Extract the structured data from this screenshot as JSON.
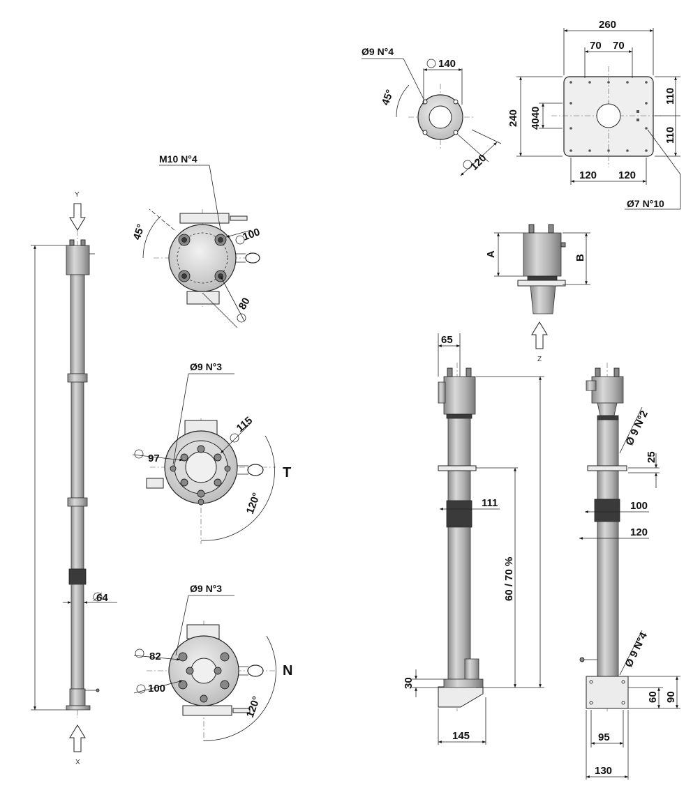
{
  "labels": {
    "m10": "M10 N°4",
    "o9n4_top": "Ø9 N°4",
    "o9n3_t": "Ø9 N°3",
    "o9n3_n": "Ø9 N°3",
    "o7n10": "Ø7 N°10",
    "o9n2": "Ø 9 N°2",
    "o9n4_side": "Ø 9 N°4",
    "view_t": "T",
    "view_n": "N",
    "arrow_y": "Y",
    "arrow_x": "X",
    "arrow_z": "Z",
    "dim_a": "A",
    "dim_b": "B"
  },
  "dimensions": {
    "d260": "260",
    "d70a": "70",
    "d70b": "70",
    "d240": "240",
    "d4040": "4040",
    "d110a": "110",
    "d110b": "110",
    "d120a": "120",
    "d120b": "120",
    "d140": "140",
    "d120_diag": "120",
    "a45_top": "45°",
    "a45_m10": "45°",
    "d100_m10": "100",
    "d80": "80",
    "d115": "115",
    "d97": "97",
    "a120_t": "120°",
    "d82": "82",
    "d100_n": "100",
    "a120_n": "120°",
    "d64": "64",
    "d65": "65",
    "d111": "111",
    "pct": "60 / 70 %",
    "d30": "30",
    "d145": "145",
    "d25": "25",
    "d100_side": "100",
    "d120_side": "120",
    "d60": "60",
    "d90": "90",
    "d95": "95",
    "d130": "130"
  }
}
